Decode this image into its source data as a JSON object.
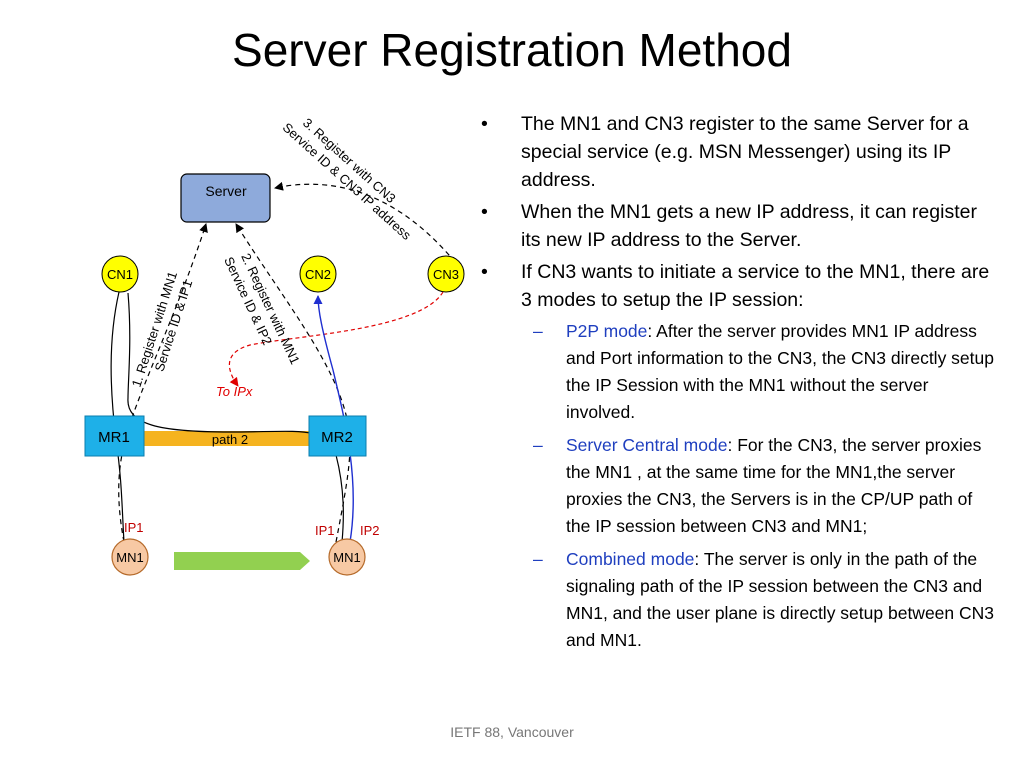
{
  "slide": {
    "title": "Server Registration Method",
    "footer": "IETF 88, Vancouver"
  },
  "diagram": {
    "nodes": {
      "server": "Server",
      "cn1": "CN1",
      "cn2": "CN2",
      "cn3": "CN3",
      "mr1": "MR1",
      "mr2": "MR2",
      "mn1_left": "MN1",
      "mn1_right": "MN1"
    },
    "labels": {
      "step1_line1": "1.  Register with MN1",
      "step1_line2": "Service ID & IP1",
      "step2_line1": "2. Register with MN1",
      "step2_line2": "Service ID & IP2",
      "step3_line1": "3. Register with CN3",
      "step3_line2": "Service ID & CN3 IP address",
      "to_ipx": "To  IPx",
      "path2": "path 2",
      "ip1_left": "IP1",
      "ip1_right": "IP1",
      "ip2_right": "IP2"
    },
    "colors": {
      "server_fill": "#8eaadb",
      "cn_fill": "#ffff00",
      "mr_fill": "#1eb0e8",
      "mn_fill": "#f7c9a4",
      "path_fill": "#f5b31f",
      "arrow_green": "#92d050",
      "red_dashed": "#e00000",
      "blue_line": "#1f2fd0"
    }
  },
  "bullets": [
    {
      "text": "The MN1 and CN3 register to the same Server for a special service (e.g. MSN Messenger)  using its IP address."
    },
    {
      "text": "When the MN1 gets a new IP address, it can register its new IP address to the Server."
    },
    {
      "text": "If CN3 wants to initiate a service to the MN1, there are 3 modes to setup the IP session:"
    }
  ],
  "modes": [
    {
      "term": "P2P mode",
      "text": ": After the server provides  MN1 IP address and Port information to the CN3, the CN3 directly setup the IP Session with the MN1 without the server involved."
    },
    {
      "term": "Server Central mode",
      "text": ":  For the CN3, the server proxies the MN1 , at the same time for the MN1,the server proxies the CN3, the Servers is in the CP/UP path of the IP session between CN3 and MN1;"
    },
    {
      "term": "Combined mode",
      "text": ": The server is only in the path of the signaling path of the IP session between the CN3 and MN1, and the user plane is directly setup between CN3 and MN1."
    }
  ]
}
